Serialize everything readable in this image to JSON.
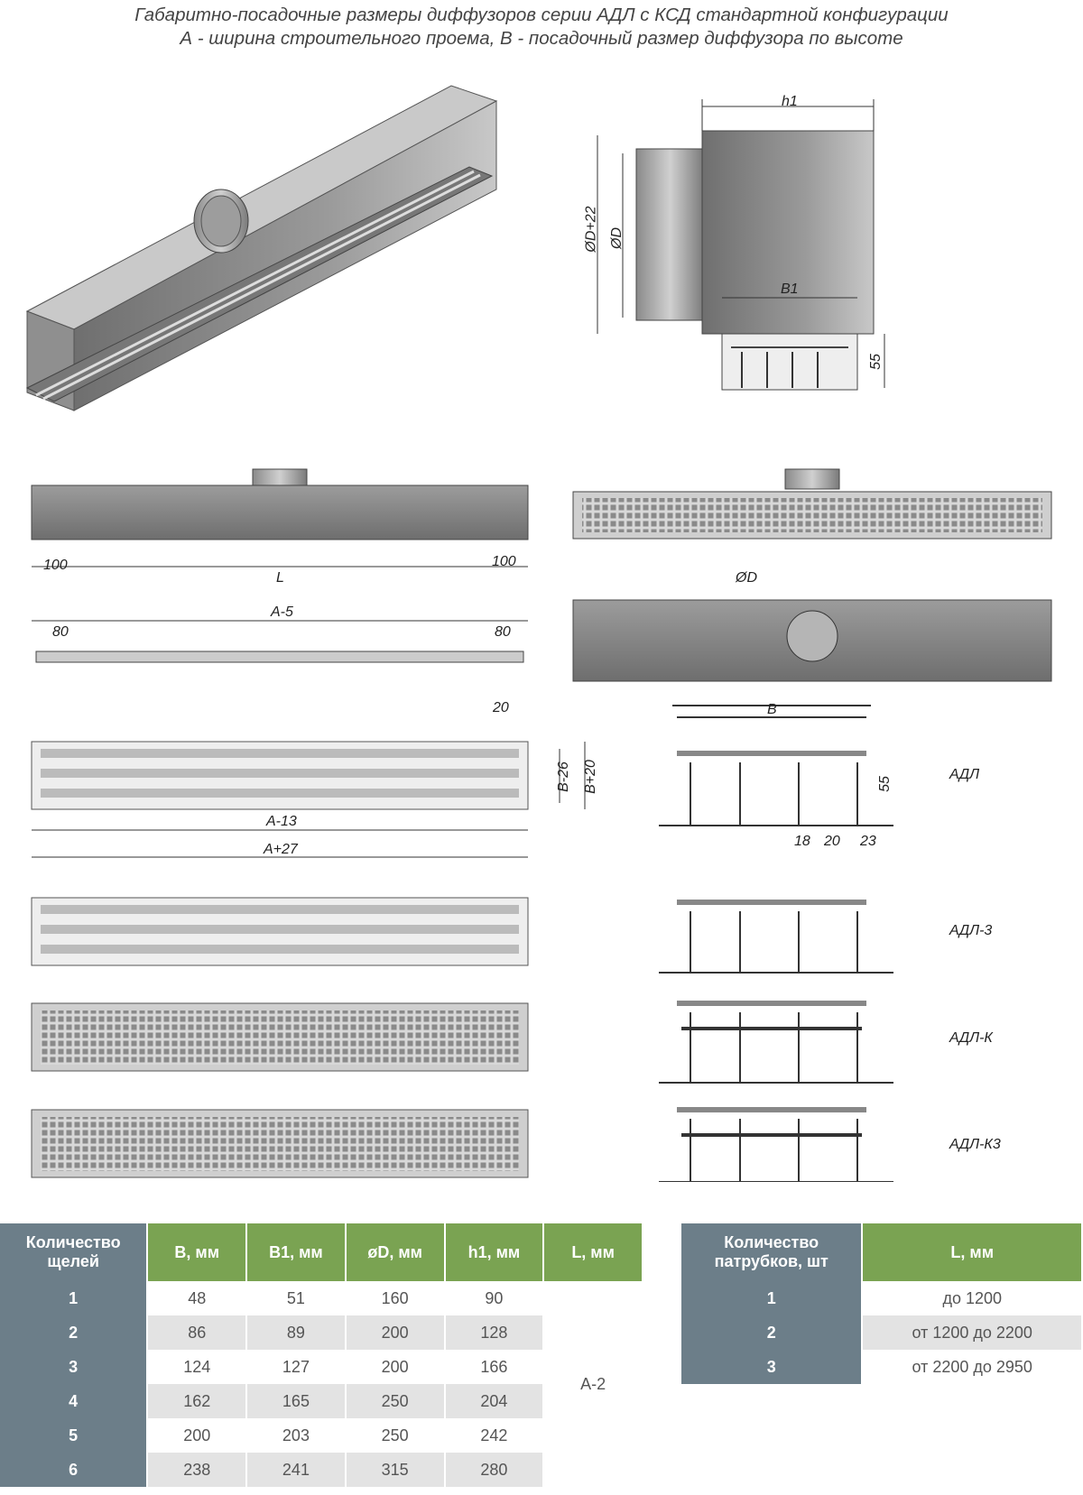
{
  "header": {
    "line1": "Габаритно-посадочные размеры диффузоров серии АДЛ с КСД стандартной конфигурации",
    "line2": "А - ширина строительного проема, В - посадочный размер диффузора по высоте"
  },
  "dims": {
    "h1": "h1",
    "od22": "ØD+22",
    "od": "ØD",
    "b1": "B1",
    "d55": "55",
    "d100": "100",
    "L": "L",
    "a5": "A-5",
    "d80": "80",
    "odTop": "ØD",
    "d20": "20",
    "b26": "B-26",
    "b20": "B+20",
    "a13": "A-13",
    "a27": "A+27",
    "B": "B",
    "d18": "18",
    "d20b": "20",
    "d23": "23"
  },
  "profiles": {
    "adl": "АДЛ",
    "adl3": "АДЛ-3",
    "adlk": "АДЛ-К",
    "adlk3": "АДЛ-К3"
  },
  "colors": {
    "green": "#7aa352",
    "slate": "#6c7e89",
    "alt": "#e3e3e3"
  },
  "table1": {
    "headers": [
      "Количество щелей",
      "B, мм",
      "B1, мм",
      "øD, мм",
      "h1, мм",
      "L, мм"
    ],
    "rows": [
      [
        "1",
        "48",
        "51",
        "160",
        "90"
      ],
      [
        "2",
        "86",
        "89",
        "200",
        "128"
      ],
      [
        "3",
        "124",
        "127",
        "200",
        "166"
      ],
      [
        "4",
        "162",
        "165",
        "250",
        "204"
      ],
      [
        "5",
        "200",
        "203",
        "250",
        "242"
      ],
      [
        "6",
        "238",
        "241",
        "315",
        "280"
      ]
    ],
    "l_value": "A-2"
  },
  "table2": {
    "headers": [
      "Количество патрубков, шт",
      "L, мм"
    ],
    "rows": [
      [
        "1",
        "до 1200"
      ],
      [
        "2",
        "от 1200 до 2200"
      ],
      [
        "3",
        "от 2200 до 2950"
      ]
    ]
  }
}
